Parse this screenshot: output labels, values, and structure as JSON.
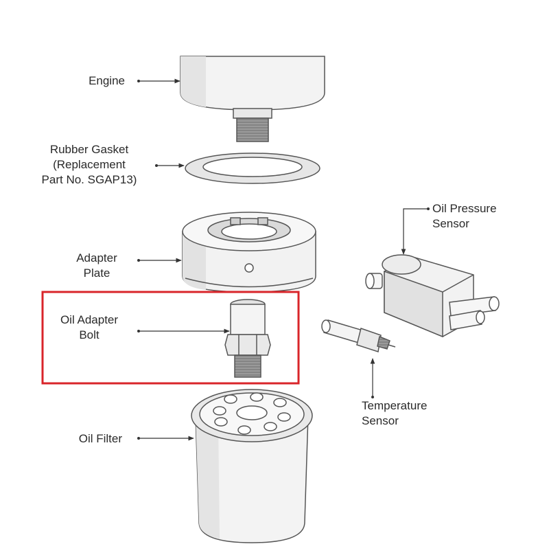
{
  "labels": {
    "engine": [
      "Engine"
    ],
    "gasket": [
      "Rubber Gasket",
      "(Replacement",
      "Part No. SGAP13)"
    ],
    "adapter_plate": [
      "Adapter",
      "Plate"
    ],
    "bolt": [
      "Oil Adapter",
      "Bolt"
    ],
    "oil_filter": [
      "Oil Filter"
    ],
    "pressure_sensor": [
      "Oil Pressure",
      "Sensor"
    ],
    "temperature_sensor": [
      "Temperature",
      "Sensor"
    ]
  },
  "colors": {
    "line": "#555555",
    "fill": "#f4f4f4",
    "shade": "#dcdcdc",
    "dark": "#8a8a8a",
    "highlight": "#d9252a",
    "text": "#2a2a2a"
  }
}
